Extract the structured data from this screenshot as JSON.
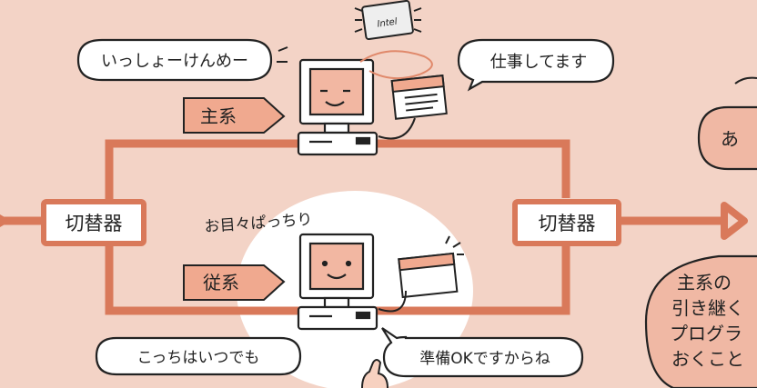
{
  "speech": {
    "janken": "いっしょーけんめー",
    "working": "仕事してます",
    "anytime": "こっちはいつでも",
    "ready": "準備OKですからね",
    "wide_awake": "お目々ぱっちり"
  },
  "roles": {
    "primary": "主系",
    "standby": "従系"
  },
  "switch": {
    "left": "切替器",
    "right": "切替器"
  },
  "chip": {
    "brand": "Intel"
  },
  "right_bubble_top": {
    "text": "あ"
  },
  "right_note": {
    "lines": [
      "主系の",
      "引き継く",
      "プログラ",
      "おくこと"
    ]
  },
  "colors": {
    "background": "#f3d3c6",
    "line": "#d9795a",
    "screen": "#f2b7a2",
    "label_fill": "#f0a98f",
    "white_glow": "#ffffff"
  }
}
